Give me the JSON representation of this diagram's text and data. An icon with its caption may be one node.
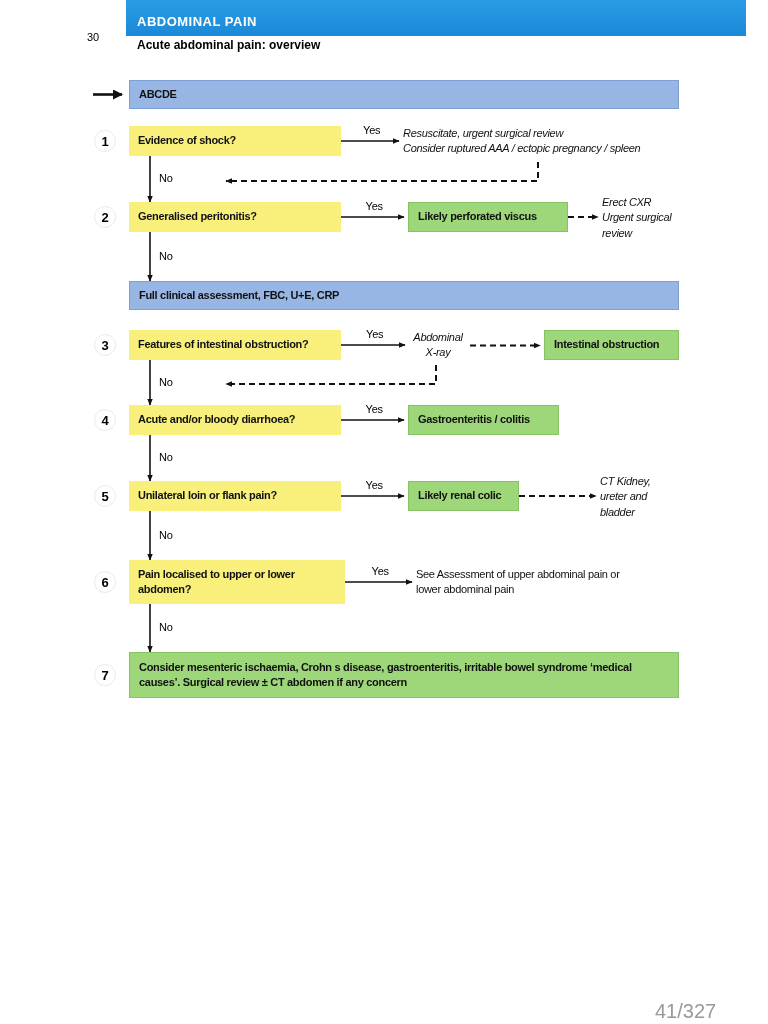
{
  "diagram": {
    "title": "Acute abdominal pain: overview",
    "nodes": [
      {
        "text": [
          "ABCDE"
        ]
      },
      {
        "text": [
          "Evidence of shock?"
        ]
      },
      {
        "text": [
          "Resuscitate, urgent surgical review",
          "Consider ruptured AAA / ectopic pregnancy / spleen"
        ]
      },
      {
        "text": [
          "Generalised peritonitis?"
        ]
      },
      {
        "text": [
          "Likely perforated viscus"
        ]
      },
      {
        "text": [
          "Erect CXR",
          "Urgent surgical review"
        ]
      },
      {
        "text": [
          "Full clinical assessment, FBC, U+E, CRP"
        ]
      },
      {
        "text": [
          "Features of intestinal obstruction?"
        ]
      },
      {
        "text": [
          "Abdominal X-ray"
        ]
      },
      {
        "text": [
          "Intestinal obstruction"
        ]
      },
      {
        "text": [
          "Acute and/or bloody diarrhoea?"
        ]
      },
      {
        "text": [
          "Gastroenteritis / colitis"
        ]
      },
      {
        "text": [
          "Unilateral loin or flank pain?"
        ]
      },
      {
        "text": [
          "Likely renal colic"
        ]
      },
      {
        "text": [
          "CT Kidney, ureter and bladder"
        ]
      },
      {
        "text": [
          "Pain localised to upper or lower abdomen?"
        ]
      },
      {
        "text": [
          "See Assessment of upper abdominal pain or lower abdominal pain"
        ]
      },
      {
        "text": [
          "Consider mesenteric ischaemia, Crohn s disease, gastroenteritis, irritable bowel syndrome ‘medical causes’. Surgical review ± CT abdomen if any concern"
        ]
      }
    ],
    "edges": [
      {
        "from": null,
        "to": 0,
        "arrow": "to"
      },
      {
        "from": 1,
        "to": 2,
        "arrow": "to",
        "label": "Yes"
      },
      {
        "from": 1,
        "to": 3,
        "arrow": "to",
        "label": "No"
      },
      {
        "from": 2,
        "to": 3,
        "arrow": "to",
        "style": "dashed"
      },
      {
        "from": 3,
        "to": 4,
        "arrow": "to",
        "label": "Yes"
      },
      {
        "from": 4,
        "to": 5,
        "arrow": "to",
        "style": "dashed"
      },
      {
        "from": 3,
        "to": 6,
        "arrow": "to",
        "label": "No"
      },
      {
        "from": 7,
        "to": 8,
        "arrow": "to",
        "label": "Yes"
      },
      {
        "from": 8,
        "to": 9,
        "arrow": "to",
        "style": "dashed"
      },
      {
        "from": 8,
        "to": 10,
        "arrow": "to",
        "style": "dashed"
      },
      {
        "from": 7,
        "to": 10,
        "arrow": "to",
        "label": "No"
      },
      {
        "from": 10,
        "to": 11,
        "arrow": "to",
        "label": "Yes"
      },
      {
        "from": 10,
        "to": 12,
        "arrow": "to",
        "label": "No"
      },
      {
        "from": 12,
        "to": 13,
        "arrow": "to",
        "label": "Yes"
      },
      {
        "from": 13,
        "to": 14,
        "arrow": "to",
        "style": "dashed"
      },
      {
        "from": 12,
        "to": 15,
        "arrow": "to",
        "label": "No"
      },
      {
        "from": 15,
        "to": 16,
        "arrow": "to",
        "label": "Yes"
      },
      {
        "from": 15,
        "to": 17,
        "arrow": "to",
        "label": "No"
      }
    ],
    "labels": [
      "ABDOMINAL PAIN",
      "30",
      "1",
      "2",
      "3",
      "4",
      "5",
      "6",
      "7",
      "41/327"
    ]
  }
}
